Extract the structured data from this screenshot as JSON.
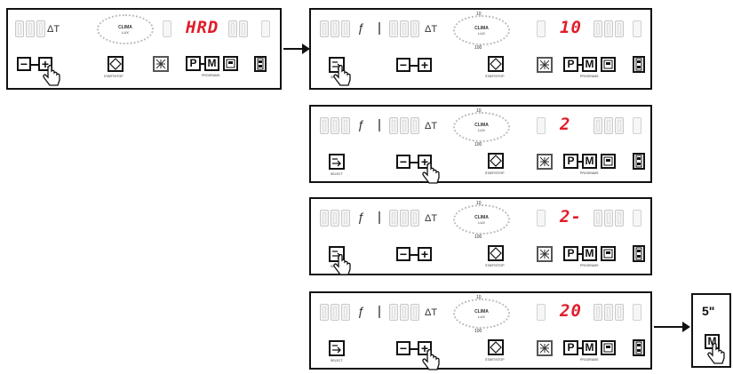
{
  "labels": {
    "delta_t": "ΔT",
    "clima": "CLIMA",
    "lux": "LUX",
    "tick_top": "10",
    "tick_bottom": "100",
    "start_stop": "START/STOP",
    "programs": "PROGRAMS",
    "select": "SELECT",
    "minus": "−",
    "plus": "+",
    "p": "P",
    "m": "M"
  },
  "panels": [
    {
      "id": "panel-1",
      "red_display": "HRD"
    },
    {
      "id": "panel-2",
      "red_display": "10"
    },
    {
      "id": "panel-3",
      "red_display": "2"
    },
    {
      "id": "panel-4",
      "red_display": "2-"
    },
    {
      "id": "panel-5",
      "red_display": "20"
    }
  ],
  "final_step": {
    "duration": "5\"",
    "button": "M"
  },
  "colors": {
    "display_red": "#e11d2a",
    "border": "#111111",
    "inactive_segment": "#c9c9c9"
  },
  "icon_names": [
    "hand-pointer-icon",
    "start-stop-diamond-icon",
    "fan-icon",
    "oven-tray-icon",
    "door-icon",
    "select-arrow-icon",
    "right-arrow-icon"
  ]
}
